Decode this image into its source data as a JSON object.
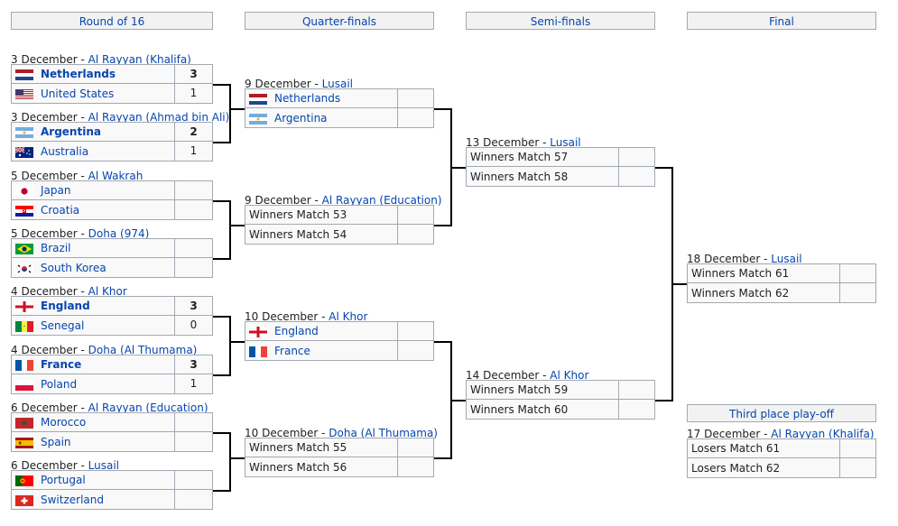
{
  "headers": {
    "r16": "Round of 16",
    "qf": "Quarter-finals",
    "sf": "Semi-finals",
    "final": "Final",
    "third": "Third place play-off"
  },
  "r16": [
    {
      "date": "3 December",
      "venue": "Al Rayyan (Khalifa)",
      "t1": {
        "name": "Netherlands",
        "flag": "netherlands",
        "score": "3",
        "win": true
      },
      "t2": {
        "name": "United States",
        "flag": "usa",
        "score": "1",
        "win": false
      }
    },
    {
      "date": "3 December",
      "venue": "Al Rayyan (Ahmad bin Ali)",
      "t1": {
        "name": "Argentina",
        "flag": "argentina",
        "score": "2",
        "win": true
      },
      "t2": {
        "name": "Australia",
        "flag": "australia",
        "score": "1",
        "win": false
      }
    },
    {
      "date": "5 December",
      "venue": "Al Wakrah",
      "t1": {
        "name": "Japan",
        "flag": "japan",
        "score": "",
        "win": false
      },
      "t2": {
        "name": "Croatia",
        "flag": "croatia",
        "score": "",
        "win": false
      }
    },
    {
      "date": "5 December",
      "venue": "Doha (974)",
      "t1": {
        "name": "Brazil",
        "flag": "brazil",
        "score": "",
        "win": false
      },
      "t2": {
        "name": "South Korea",
        "flag": "southkorea",
        "score": "",
        "win": false
      }
    },
    {
      "date": "4 December",
      "venue": "Al Khor",
      "t1": {
        "name": "England",
        "flag": "england",
        "score": "3",
        "win": true
      },
      "t2": {
        "name": "Senegal",
        "flag": "senegal",
        "score": "0",
        "win": false
      }
    },
    {
      "date": "4 December",
      "venue": "Doha (Al Thumama)",
      "t1": {
        "name": "France",
        "flag": "france",
        "score": "3",
        "win": true
      },
      "t2": {
        "name": "Poland",
        "flag": "poland",
        "score": "1",
        "win": false
      }
    },
    {
      "date": "6 December",
      "venue": "Al Rayyan (Education)",
      "t1": {
        "name": "Morocco",
        "flag": "morocco",
        "score": "",
        "win": false
      },
      "t2": {
        "name": "Spain",
        "flag": "spain",
        "score": "",
        "win": false
      }
    },
    {
      "date": "6 December",
      "venue": "Lusail",
      "t1": {
        "name": "Portugal",
        "flag": "portugal",
        "score": "",
        "win": false
      },
      "t2": {
        "name": "Switzerland",
        "flag": "switzerland",
        "score": "",
        "win": false
      }
    }
  ],
  "qf": [
    {
      "date": "9 December",
      "venue": "Lusail",
      "t1": {
        "name": "Netherlands",
        "flag": "netherlands"
      },
      "t2": {
        "name": "Argentina",
        "flag": "argentina"
      }
    },
    {
      "date": "9 December",
      "venue": "Al Rayyan (Education)",
      "t1": {
        "name": "Winners Match 53",
        "flag": ""
      },
      "t2": {
        "name": "Winners Match 54",
        "flag": ""
      }
    },
    {
      "date": "10 December",
      "venue": "Al Khor",
      "t1": {
        "name": "England",
        "flag": "england"
      },
      "t2": {
        "name": "France",
        "flag": "france"
      }
    },
    {
      "date": "10 December",
      "venue": "Doha (Al Thumama)",
      "t1": {
        "name": "Winners Match 55",
        "flag": ""
      },
      "t2": {
        "name": "Winners Match 56",
        "flag": ""
      }
    }
  ],
  "sf": [
    {
      "date": "13 December",
      "venue": "Lusail",
      "t1": {
        "name": "Winners Match 57"
      },
      "t2": {
        "name": "Winners Match 58"
      }
    },
    {
      "date": "14 December",
      "venue": "Al Khor",
      "t1": {
        "name": "Winners Match 59"
      },
      "t2": {
        "name": "Winners Match 60"
      }
    }
  ],
  "final": {
    "date": "18 December",
    "venue": "Lusail",
    "t1": {
      "name": "Winners Match 61"
    },
    "t2": {
      "name": "Winners Match 62"
    }
  },
  "third": {
    "date": "17 December",
    "venue": "Al Rayyan (Khalifa)",
    "t1": {
      "name": "Losers Match 61"
    },
    "t2": {
      "name": "Losers Match 62"
    }
  },
  "colors": {
    "link": "#0645ad",
    "header_bg": "#f2f2f2",
    "cell_bg": "#f9f9f9",
    "border": "#a2a9b1"
  }
}
